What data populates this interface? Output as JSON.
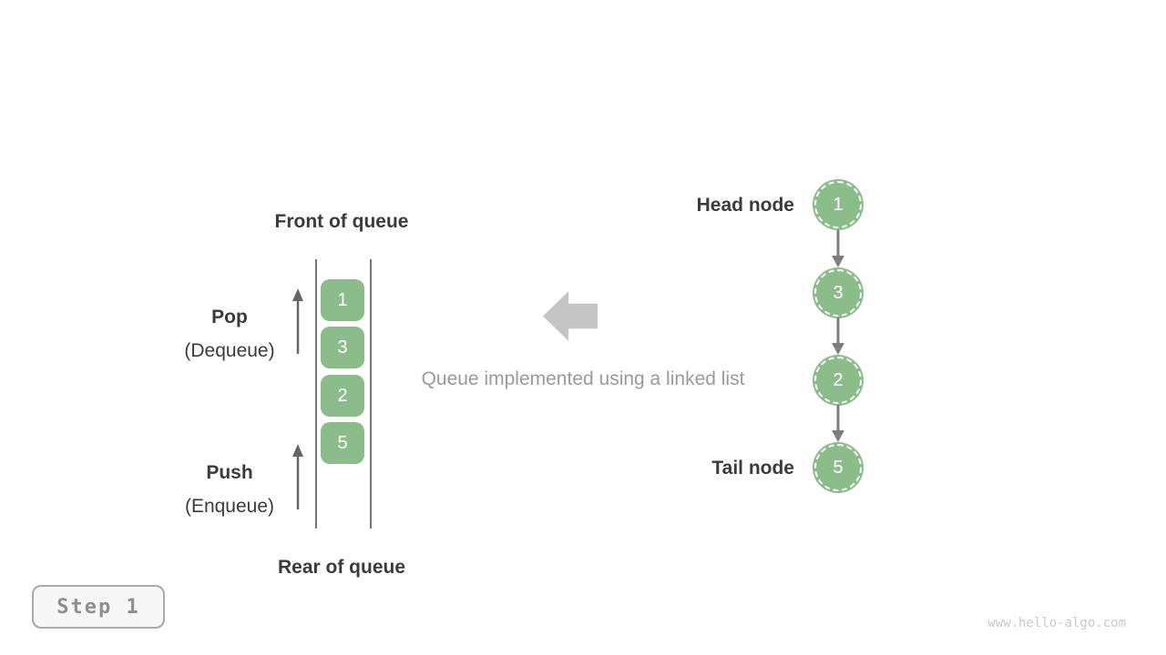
{
  "queue": {
    "front_label": "Front of queue",
    "rear_label": "Rear of queue",
    "pop_label": "Pop",
    "pop_sublabel": "(Dequeue)",
    "push_label": "Push",
    "push_sublabel": "(Enqueue)",
    "items": [
      "1",
      "3",
      "2",
      "5"
    ]
  },
  "center": {
    "caption": "Queue implemented using a linked list"
  },
  "linked_list": {
    "head_label": "Head node",
    "tail_label": "Tail node",
    "nodes": [
      "1",
      "3",
      "2",
      "5"
    ]
  },
  "footer": {
    "step_label": "Step 1",
    "watermark": "www.hello-algo.com"
  },
  "colors": {
    "node_green": "#8bbd8b",
    "dark_text": "#3b3b3b",
    "muted_text": "#9a9a9a",
    "big_arrow_gray": "#c5c5c5",
    "op_arrow_gray": "#666666",
    "link_arrow_gray": "#7d7d7d",
    "wall_gray": "#767676",
    "step_text": "#909090",
    "step_border": "#aaaaaa",
    "step_bg": "#f7f7f7",
    "watermark_gray": "#c9c9c9"
  }
}
